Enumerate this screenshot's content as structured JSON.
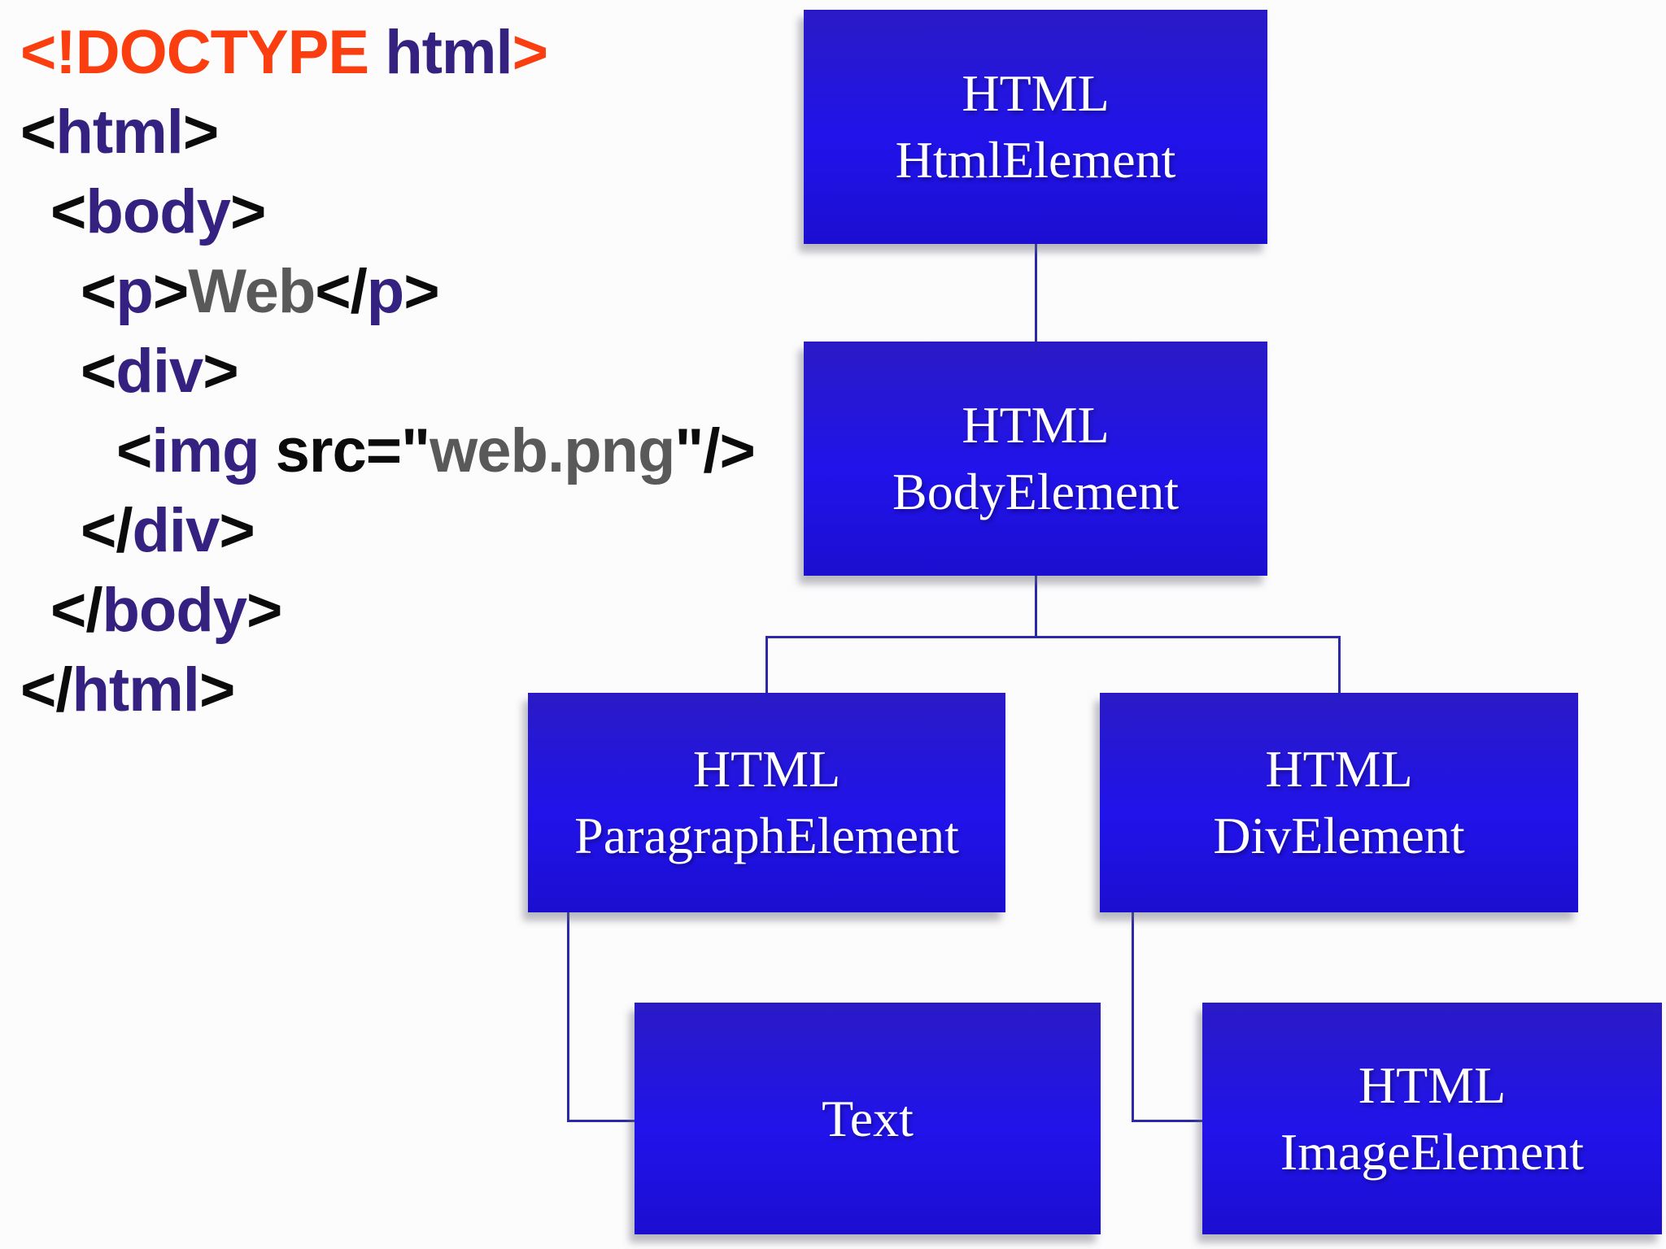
{
  "code_panel": {
    "lines": [
      {
        "indent": 0,
        "tokens": [
          {
            "t": "<!DOCTYPE",
            "c": "doctype"
          },
          {
            "t": " html",
            "c": "tag"
          },
          {
            "t": ">",
            "c": "doctype"
          }
        ]
      },
      {
        "indent": 0,
        "tokens": [
          {
            "t": "<",
            "c": "plain"
          },
          {
            "t": "html",
            "c": "tag"
          },
          {
            "t": ">",
            "c": "plain"
          }
        ]
      },
      {
        "indent": 1,
        "tokens": [
          {
            "t": "<",
            "c": "plain"
          },
          {
            "t": "body",
            "c": "tag"
          },
          {
            "t": ">",
            "c": "plain"
          }
        ]
      },
      {
        "indent": 2,
        "tokens": [
          {
            "t": "<",
            "c": "plain"
          },
          {
            "t": "p",
            "c": "tag"
          },
          {
            "t": ">",
            "c": "plain"
          },
          {
            "t": "Web",
            "c": "value"
          },
          {
            "t": "</",
            "c": "plain"
          },
          {
            "t": "p",
            "c": "tag"
          },
          {
            "t": ">",
            "c": "plain"
          }
        ]
      },
      {
        "indent": 2,
        "tokens": [
          {
            "t": "<",
            "c": "plain"
          },
          {
            "t": "div",
            "c": "tag"
          },
          {
            "t": ">",
            "c": "plain"
          }
        ]
      },
      {
        "indent": 3,
        "tokens": [
          {
            "t": "<",
            "c": "plain"
          },
          {
            "t": "img",
            "c": "tag"
          },
          {
            "t": " src=\"",
            "c": "plain"
          },
          {
            "t": "web.png",
            "c": "value"
          },
          {
            "t": "\"/>",
            "c": "plain"
          }
        ]
      },
      {
        "indent": 2,
        "tokens": [
          {
            "t": "</",
            "c": "plain"
          },
          {
            "t": "div",
            "c": "tag"
          },
          {
            "t": ">",
            "c": "plain"
          }
        ]
      },
      {
        "indent": 1,
        "tokens": [
          {
            "t": "</",
            "c": "plain"
          },
          {
            "t": "body",
            "c": "tag"
          },
          {
            "t": ">",
            "c": "plain"
          }
        ]
      },
      {
        "indent": 0,
        "tokens": [
          {
            "t": "</",
            "c": "plain"
          },
          {
            "t": "html",
            "c": "tag"
          },
          {
            "t": ">",
            "c": "plain"
          }
        ]
      }
    ]
  },
  "dom_tree": {
    "nodes": [
      {
        "id": "html",
        "line1": "HTML",
        "line2": "HtmlElement"
      },
      {
        "id": "body",
        "line1": "HTML",
        "line2": "BodyElement"
      },
      {
        "id": "p",
        "line1": "HTML",
        "line2": "ParagraphElement"
      },
      {
        "id": "div",
        "line1": "HTML",
        "line2": "DivElement"
      },
      {
        "id": "text",
        "line1": "Text"
      },
      {
        "id": "img",
        "line1": "HTML",
        "line2": "ImageElement"
      }
    ],
    "edges": [
      {
        "from": "html",
        "to": "body"
      },
      {
        "from": "body",
        "to": "p"
      },
      {
        "from": "body",
        "to": "div"
      },
      {
        "from": "p",
        "to": "text"
      },
      {
        "from": "div",
        "to": "img"
      }
    ]
  },
  "colors": {
    "background": "#fcfcfd",
    "code_doctype": "#fa3e0f",
    "code_tag": "#342180",
    "code_plain": "#0b0b0b",
    "code_value": "#595959",
    "box_gradient_top": "#2a1ac6",
    "box_gradient_mid": "#2113ea",
    "box_gradient_bottom": "#1c0ed0",
    "connector": "#2c28a8",
    "node_text": "#ffffff"
  }
}
